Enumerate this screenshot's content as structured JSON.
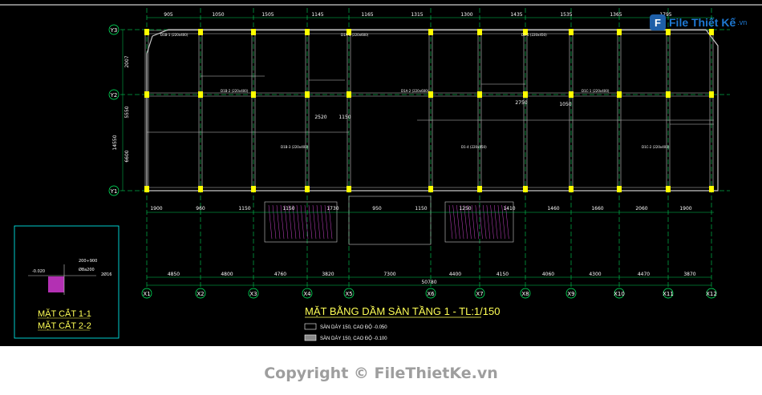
{
  "drawing": {
    "title": "MẶT BẰNG DẦM SÀN TẦNG 1 - TL:1/150",
    "legend": [
      {
        "label": "SÀN DÀY 150, CAO ĐỘ -0.050"
      },
      {
        "label": "SÀN DÀY 150, CAO ĐỘ -0.100"
      }
    ],
    "sections": [
      "MẶT CẮT 1-1",
      "MẶT CẮT 2-2"
    ],
    "axes_x": [
      "X1",
      "X2",
      "X3",
      "X4",
      "X5",
      "X6",
      "X7",
      "X8",
      "X9",
      "X10",
      "X11",
      "X12"
    ],
    "axes_y": [
      "Y3",
      "Y2",
      "Y1"
    ],
    "spans_x": [
      "4850",
      "4800",
      "4760",
      "3820",
      "7300",
      "4400",
      "4150",
      "4060",
      "4300",
      "4470",
      "3870"
    ],
    "total_length": "50780",
    "spans_y": [
      "2007",
      "5550",
      "6600",
      "14550"
    ],
    "detail_labels": [
      "-0.020",
      "200÷900",
      "Ø8a200",
      "2Ø16"
    ],
    "top_dims": [
      "905",
      "1050",
      "1505",
      "1145",
      "1165",
      "1315",
      "1300",
      "1435",
      "1535",
      "1365",
      "1795"
    ],
    "bottom_dims": [
      "1900",
      "960",
      "1150",
      "1150",
      "1730",
      "950",
      "1150",
      "1250",
      "1410",
      "1460",
      "1660",
      "2060",
      "1900"
    ],
    "inner_dims": [
      "2520",
      "1150",
      "1050",
      "2750"
    ],
    "beam_labels": [
      "D1B-1 (220x400)",
      "D1B-2 (220x400)",
      "D1B-3 (220x400)",
      "D1A-1 (220x600)",
      "D1A-2 (220x600)",
      "D1-4 (220x450)",
      "D1-5 (220x450)",
      "D1C-1 (220x400)",
      "D1C-2 (220x400)"
    ],
    "colors": {
      "background": "#000000",
      "column": "#ffff00",
      "beam": "#c8c8c8",
      "axis": "#00ff66",
      "dim": "#00cc55",
      "title": "#ffff55",
      "stair": "#ff55ff"
    }
  },
  "logo": {
    "text": "File Thiết Kế",
    "suffix": ".vn",
    "icon": "F"
  },
  "copyright": "Copyright © FileThietKe.vn"
}
